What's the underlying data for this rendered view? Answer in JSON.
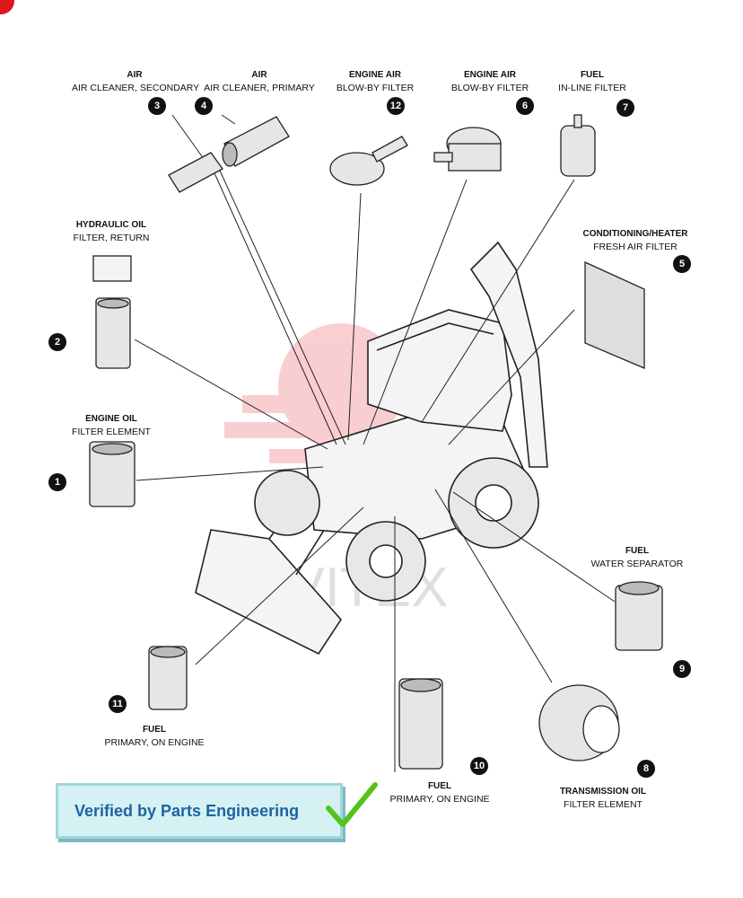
{
  "parts": [
    {
      "num": "1",
      "title": "ENGINE OIL",
      "sub": "FILTER ELEMENT"
    },
    {
      "num": "2",
      "title": "HYDRAULIC OIL",
      "sub": "FILTER, RETURN"
    },
    {
      "num": "3",
      "title": "AIR",
      "sub": "AIR CLEANER, SECONDARY"
    },
    {
      "num": "4",
      "title": "AIR",
      "sub": "AIR CLEANER, PRIMARY"
    },
    {
      "num": "5",
      "title": "CONDITIONING/HEATER",
      "sub": "FRESH AIR FILTER"
    },
    {
      "num": "6",
      "title": "ENGINE AIR",
      "sub": "BLOW-BY FILTER"
    },
    {
      "num": "7",
      "title": "FUEL",
      "sub": "IN-LINE FILTER"
    },
    {
      "num": "8",
      "title": "TRANSMISSION OIL",
      "sub": "FILTER ELEMENT"
    },
    {
      "num": "9",
      "title": "FUEL",
      "sub": "WATER SEPARATOR"
    },
    {
      "num": "10",
      "title": "FUEL",
      "sub": "PRIMARY, ON ENGINE"
    },
    {
      "num": "11",
      "title": "FUEL",
      "sub": "PRIMARY, ON ENGINE"
    },
    {
      "num": "12",
      "title": "ENGINE AIR",
      "sub": "BLOW-BY FILTER"
    }
  ],
  "watermark": "VITEX",
  "verified_text": "Verified by Parts Engineering",
  "colors": {
    "accent": "#e0161e",
    "verified_text": "#1d63a3",
    "verified_bg": "#d6f1f3",
    "check": "#55c21c"
  }
}
